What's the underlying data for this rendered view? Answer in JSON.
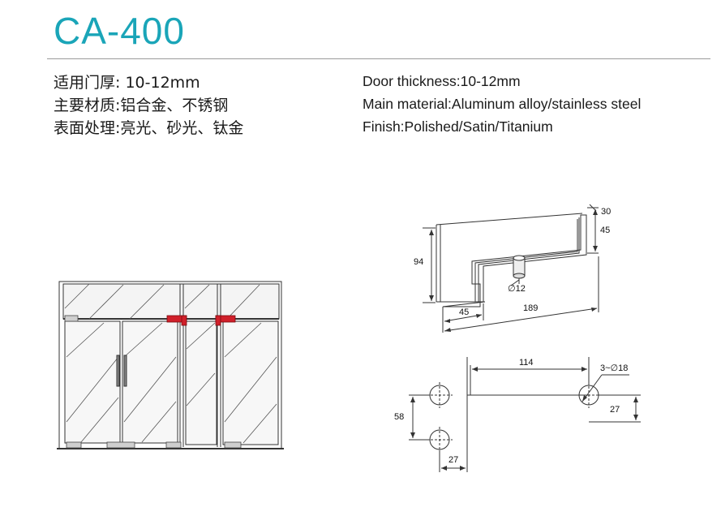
{
  "header": {
    "title": "CA-400"
  },
  "specs_cn": [
    {
      "label": "适用门厚:",
      "value": "10-12mm"
    },
    {
      "label": "主要材质:",
      "value": "铝合金、不锈钢"
    },
    {
      "label": "表面处理:",
      "value": "亮光、砂光、钛金"
    }
  ],
  "specs_en": [
    {
      "text": "Door thickness:10-12mm"
    },
    {
      "text": "Main material:Aluminum alloy/stainless steel"
    },
    {
      "text": "Finish:Polished/Satin/Titanium"
    }
  ],
  "diagram_profile": {
    "dim_30": "30",
    "dim_45_right": "45",
    "dim_94": "94",
    "dim_phi12": "∅12",
    "dim_45_bottom": "45",
    "dim_189": "189"
  },
  "diagram_holes": {
    "dim_114": "114",
    "dim_3phi18": "3~∅18",
    "dim_58": "58",
    "dim_27_right": "27",
    "dim_27_bottom": "27"
  },
  "colors": {
    "title": "#1aa5b8",
    "hinge_red": "#d0202a",
    "line": "#333333"
  }
}
